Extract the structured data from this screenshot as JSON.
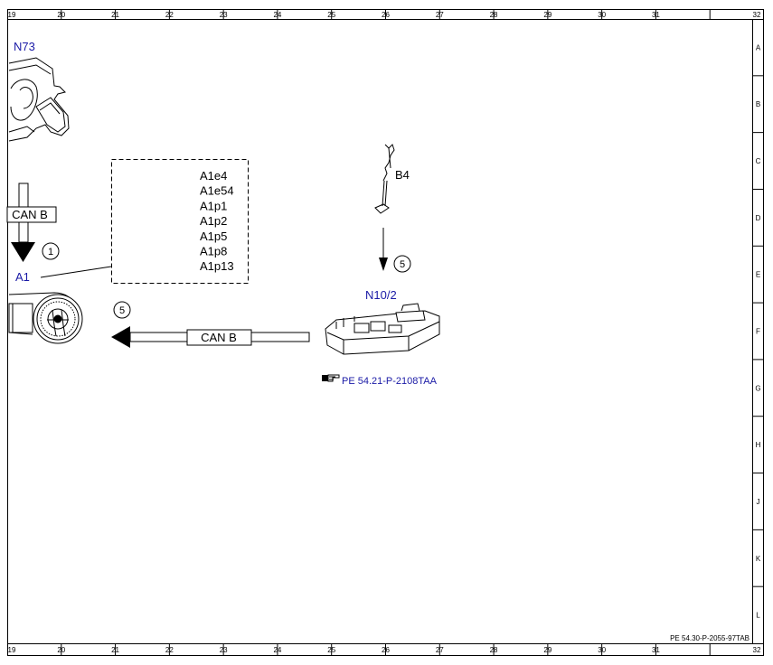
{
  "frame": {
    "columns": [
      "19",
      "20",
      "21",
      "22",
      "23",
      "24",
      "25",
      "26",
      "27",
      "28",
      "29",
      "30",
      "31",
      "32"
    ],
    "rows": [
      "A",
      "B",
      "C",
      "D",
      "E",
      "F",
      "G",
      "H",
      "J",
      "K",
      "L"
    ]
  },
  "components": {
    "n73": {
      "label": "N73"
    },
    "a1": {
      "label": "A1"
    },
    "b4": {
      "label": "B4"
    },
    "n10_2": {
      "label": "N10/2"
    }
  },
  "a1_pins": [
    "A1e4",
    "A1e54",
    "A1p1",
    "A1p2",
    "A1p5",
    "A1p8",
    "A1p13"
  ],
  "bus": {
    "left": "CAN B",
    "middle": "CAN B"
  },
  "circles": {
    "c1": "1",
    "c5_left": "5",
    "c5_right": "5"
  },
  "reference": {
    "text": "PE 54.21-P-2108TAA",
    "icon": "pointing-hand-icon"
  },
  "footer": {
    "doc_ref": "PE 54.30-P-2055-97TAB"
  }
}
